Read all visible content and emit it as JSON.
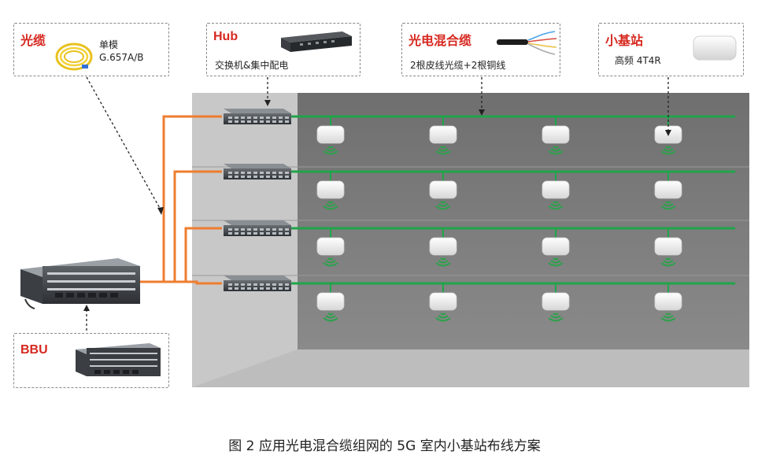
{
  "labels": {
    "fiber": {
      "title": "光缆",
      "line1": "单模",
      "line2": "G.657A/B"
    },
    "hub": {
      "title": "Hub",
      "sub": "交换机&集中配电"
    },
    "hybrid": {
      "title": "光电混合缆",
      "sub": "2根皮线光缆+2根铜线"
    },
    "small": {
      "title": "小基站",
      "sub": "高频 4T4R"
    },
    "bbu": {
      "title": "BBU"
    }
  },
  "caption": "图 2 应用光电混合缆组网的 5G 室内小基站布线方案",
  "colors": {
    "fiber_line": "#ee7d2f",
    "hybrid_line": "#1fa54a",
    "wall_light": "#c5c5c5",
    "wall_dark": "#7a7a7a",
    "floor": "#b9b9b9",
    "title_red": "#d6281f",
    "signal": "#2aa24a"
  },
  "floors": 4,
  "small_cells_per_floor": 4,
  "icons": [
    "fiber-coil-icon",
    "hub-switch-icon",
    "hybrid-cable-icon",
    "small-cell-icon",
    "bbu-icon",
    "signal-wave-icon"
  ]
}
